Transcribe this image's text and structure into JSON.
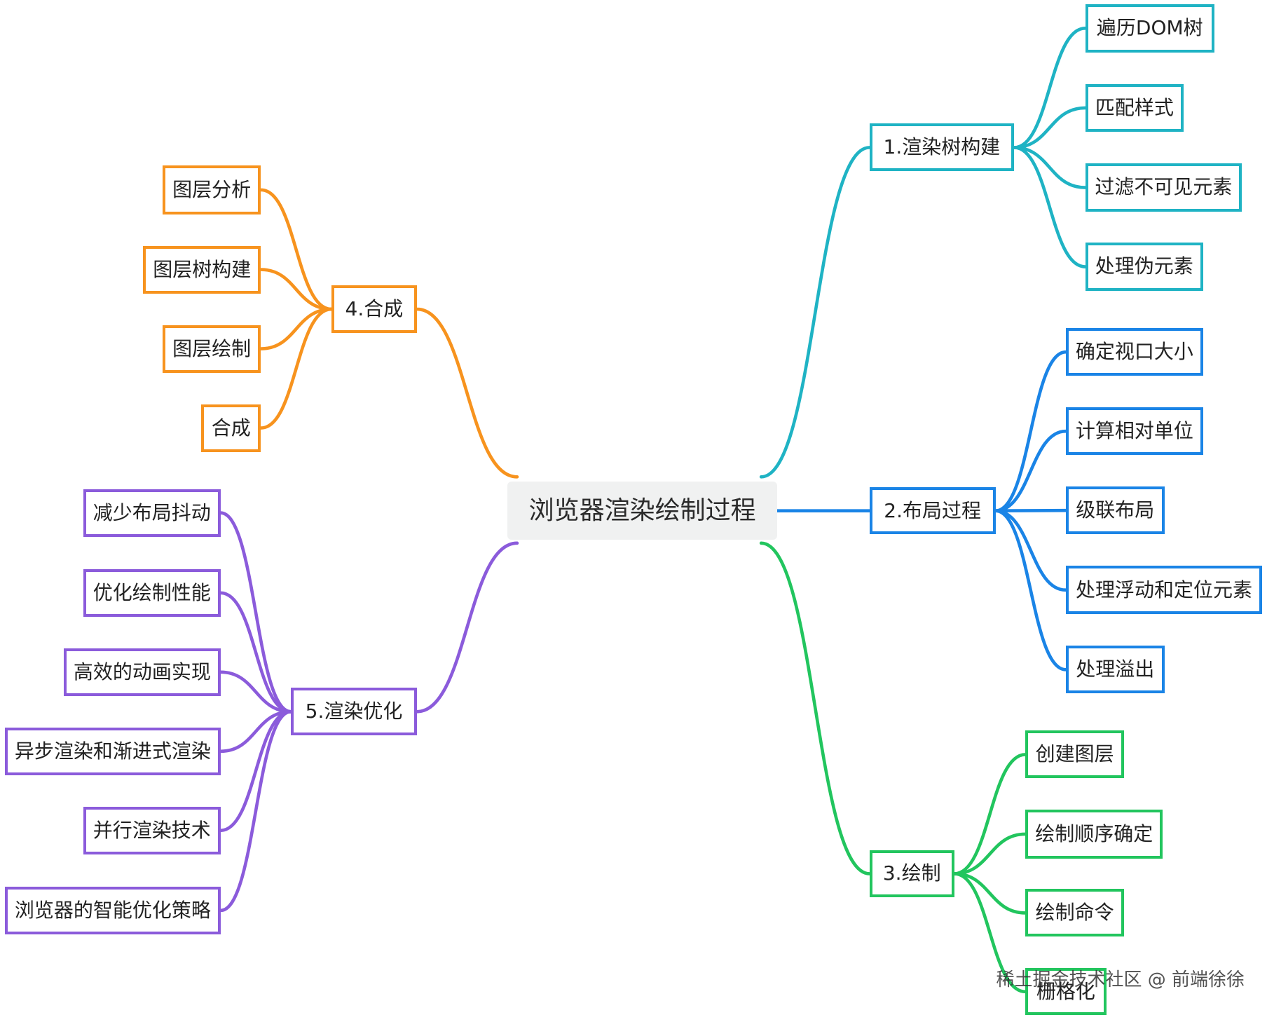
{
  "root": {
    "label": "浏览器渲染绘制过程"
  },
  "branches": [
    {
      "label": "1.渲染树构建",
      "color": "#1fb3c4",
      "children": [
        "遍历DOM树",
        "匹配样式",
        "过滤不可见元素",
        "处理伪元素"
      ]
    },
    {
      "label": "2.布局过程",
      "color": "#1a84e6",
      "children": [
        "确定视口大小",
        "计算相对单位",
        "级联布局",
        "处理浮动和定位元素",
        "处理溢出"
      ]
    },
    {
      "label": "3.绘制",
      "color": "#22c55e",
      "children": [
        "创建图层",
        "绘制顺序确定",
        "绘制命令",
        "栅格化"
      ]
    },
    {
      "label": "4.合成",
      "color": "#f7931e",
      "children": [
        "图层分析",
        "图层树构建",
        "图层绘制",
        "合成"
      ]
    },
    {
      "label": "5.渲染优化",
      "color": "#8b5bdb",
      "children": [
        "减少布局抖动",
        "优化绘制性能",
        "高效的动画实现",
        "异步渲染和渐进式渲染",
        "并行渲染技术",
        "浏览器的智能优化策略"
      ]
    }
  ],
  "watermark": "稀土掘金技术社区 @ 前端徐徐"
}
